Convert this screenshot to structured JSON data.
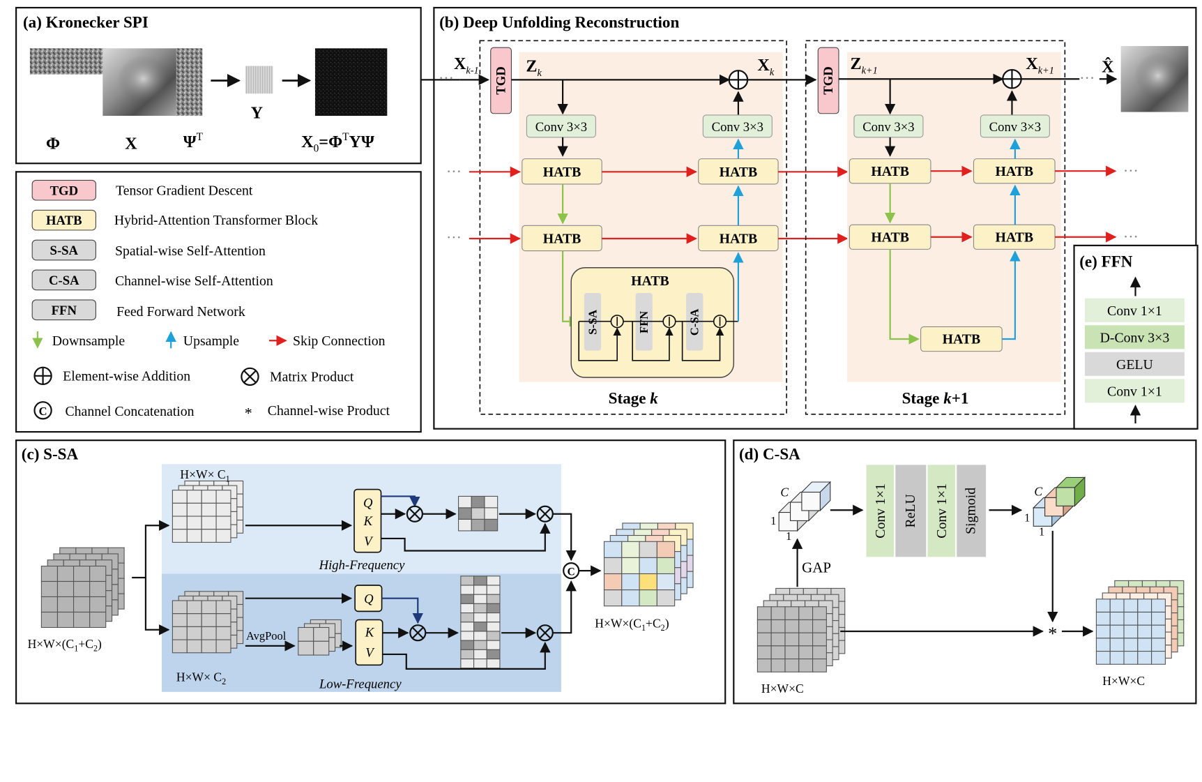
{
  "panel_a": {
    "title": "(a) Kronecker SPI",
    "labels": {
      "phi": "Φ",
      "x": "X",
      "psi_t": "Ψ",
      "psi_t_sup": "T",
      "y": "Y",
      "x0": "X",
      "x0_sub": "0",
      "x0_eq": "=Φ",
      "x0_sup": "T",
      "x0_tail": "YΨ"
    }
  },
  "legend": {
    "tgd": {
      "tag": "TGD",
      "desc": "Tensor Gradient Descent"
    },
    "hatb": {
      "tag": "HATB",
      "desc": "Hybrid-Attention Transformer Block"
    },
    "ssa": {
      "tag": "S-SA",
      "desc": "Spatial-wise Self-Attention"
    },
    "csa": {
      "tag": "C-SA",
      "desc": "Channel-wise Self-Attention"
    },
    "ffn": {
      "tag": "FFN",
      "desc": "Feed Forward Network"
    },
    "downsample": "Downsample",
    "upsample": "Upsample",
    "skip": "Skip Connection",
    "add": "Element-wise Addition",
    "matmul": "Matrix Product",
    "concat": "Channel Concatenation",
    "chprod": "Channel-wise Product"
  },
  "panel_b": {
    "title": "(b) Deep Unfolding Reconstruction",
    "tgd": "TGD",
    "hatb": "HATB",
    "conv": "Conv 3×3",
    "x_in": "X",
    "x_in_sub": "k-1",
    "z_k": "Z",
    "z_k_sub": "k",
    "x_k": "X",
    "x_k_sub": "k",
    "z_k1": "Z",
    "z_k1_sub": "k+1",
    "x_k1": "X",
    "x_k1_sub": "k+1",
    "x_hat": "X̂",
    "inner_title": "HATB",
    "inner_ssa": "S-SA",
    "inner_ffn": "FFN",
    "inner_csa": "C-SA",
    "stage_k": "Stage ",
    "stage_k_var": "k",
    "stage_k1": "Stage ",
    "stage_k1_var": "k",
    "stage_k1_tail": "+1",
    "dots": "···"
  },
  "panel_e": {
    "title": "(e) FFN",
    "layers": [
      "Conv 1×1",
      "D-Conv 3×3",
      "GELU",
      "Conv 1×1"
    ]
  },
  "panel_c": {
    "title": "(c) S-SA",
    "in_label": "H×W×(C",
    "in_sub1": "1",
    "in_mid": "+C",
    "in_sub2": "2",
    "in_end": ")",
    "high_dim": "H×W× C",
    "high_sub": "1",
    "low_dim": "H×W× C",
    "low_sub": "2",
    "avgpool": "AvgPool",
    "q": "Q",
    "k": "K",
    "v": "V",
    "high_freq": "High-Frequency",
    "low_freq": "Low-Frequency",
    "out_label": "H×W×(C",
    "out_sub1": "1",
    "out_mid": "+C",
    "out_sub2": "2",
    "out_end": ")",
    "concat_symbol": "C"
  },
  "panel_d": {
    "title": "(d) C-SA",
    "layers": [
      "Conv 1×1",
      "ReLU",
      "Conv 1×1",
      "Sigmoid"
    ],
    "gap": "GAP",
    "c": "C",
    "one": "1",
    "in_label": "H×W×C",
    "out_label": "H×W×C",
    "star": "*"
  },
  "colors": {
    "tgd_fill": "#f8c8cc",
    "hatb_fill": "#fdf1c8",
    "gray_fill": "#d9d9d9",
    "conv_fill": "#e2f0d9",
    "ffn_green": "#d5e8c4",
    "stage_bg": "#fdeee4",
    "high_bg": "#dce9f6",
    "low_bg": "#bdd4ec",
    "red": "#e0201e",
    "green": "#8bc34a",
    "blue": "#1ea0d8"
  }
}
